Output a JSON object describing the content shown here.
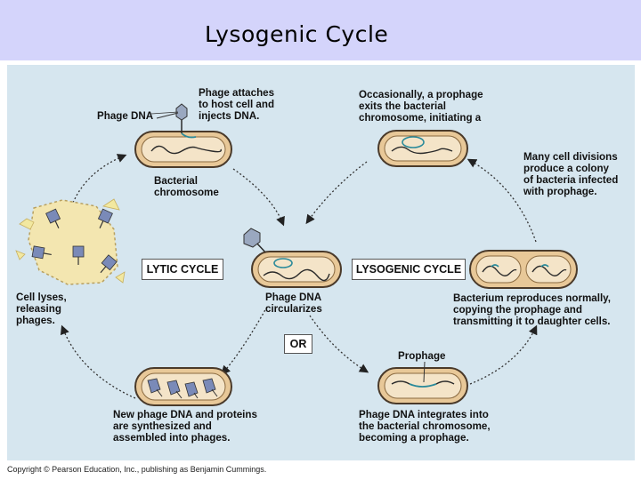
{
  "title": "Lysogenic Cycle",
  "labels": {
    "phage_dna": "Phage DNA",
    "attach": "Phage attaches\nto host cell and\ninjects DNA.",
    "bacterial_chromosome": "Bacterial\nchromosome",
    "occasionally": "Occasionally, a prophage\nexits the bacterial\nchromosome, initiating a",
    "many_divisions": "Many cell divisions\nproduce a colony\nof bacteria infected\nwith prophage.",
    "cell_lyses": "Cell lyses,\nreleasing\nphages.",
    "circularizes": "Phage DNA\ncircularizes",
    "reproduces": "Bacterium reproduces normally,\ncopying the prophage and\ntransmitting it to daughter cells.",
    "prophage": "Prophage",
    "new_dna": "New phage DNA and proteins\nare synthesized and\nassembled into phages.",
    "integrates": "Phage DNA integrates into\nthe bacterial chromosome,\nbecoming a prophage."
  },
  "boxes": {
    "lytic": "LYTIC CYCLE",
    "lysogenic": "LYSOGENIC CYCLE",
    "or": "OR"
  },
  "copyright": "Copyright © Pearson Education, Inc., publishing as Benjamin Cummings."
}
